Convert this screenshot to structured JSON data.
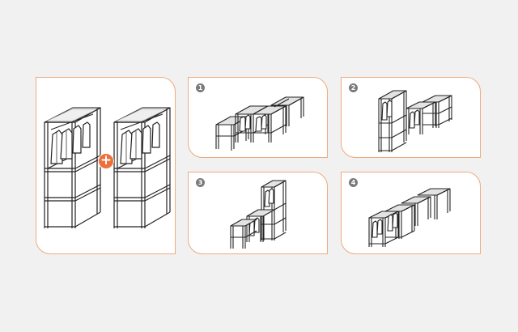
{
  "colors": {
    "accent": "#ee6f3a",
    "border": "#f0a97d",
    "frame": "#222222",
    "glass": "#dcdcdc",
    "background": "#f1f1f2"
  },
  "main_panel": {
    "operator_symbol": "+"
  },
  "steps": [
    {
      "number": "1"
    },
    {
      "number": "2"
    },
    {
      "number": "3"
    },
    {
      "number": "4"
    }
  ]
}
